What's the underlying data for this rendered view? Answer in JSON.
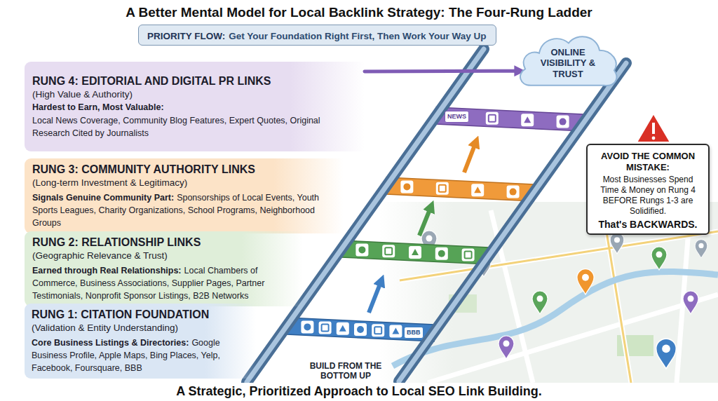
{
  "diagram": {
    "title": "A Better Mental Model for Local Backlink Strategy: The Four-Rung Ladder",
    "caption": "A Strategic, Prioritized Approach to Local SEO Link Building.",
    "nodes": [
      {
        "text": [
          "PRIORITY FLOW:",
          "Get Your Foundation Right First, Then Work Your Way Up"
        ]
      },
      {
        "text": [
          "ONLINE VISIBILITY & TRUST"
        ]
      },
      {
        "text": [
          "RUNG 4: EDITORIAL AND DIGITAL PR LINKS",
          "(High Value & Authority)",
          "Hardest to Earn, Most Valuable:",
          "Local News Coverage, Community Blog Features, Expert Quotes, Original Research Cited by Journalists"
        ]
      },
      {
        "text": [
          "RUNG 3: COMMUNITY AUTHORITY LINKS",
          "(Long-term Investment & Legitimacy)",
          "Signals Genuine Community Part:",
          "Sponsorships of Local Events, Youth Sports Leagues, Charity Organizations, School Programs, Neighborhood Groups"
        ]
      },
      {
        "text": [
          "RUNG 2: RELATIONSHIP LINKS",
          "(Geographic Relevance & Trust)",
          "Earned through Real Relationships:",
          "Local Chambers of Commerce, Business Associations, Supplier Pages, Partner Testimonials, Nonprofit Sponsor Listings, B2B Networks"
        ]
      },
      {
        "text": [
          "RUNG 1: CITATION FOUNDATION",
          "(Validation & Entity Understanding)",
          "Core Business Listings & Directories:",
          "Google Business Profile, Apple Maps, Bing Places, Yelp, Facebook, Foursquare, BBB"
        ]
      },
      {
        "text": [
          "AVOID THE COMMON MISTAKE:",
          "Most Businesses Spend Time & Money on Rung 4 BEFORE Rungs 1-3 are Solidified.",
          "That's BACKWARDS."
        ]
      }
    ],
    "edges": [
      {
        "from": 2,
        "to": 1,
        "arrow": "to"
      }
    ],
    "labels": [
      "NEWS",
      "BBB",
      "BUILD FROM THE BOTTOM UP"
    ]
  }
}
